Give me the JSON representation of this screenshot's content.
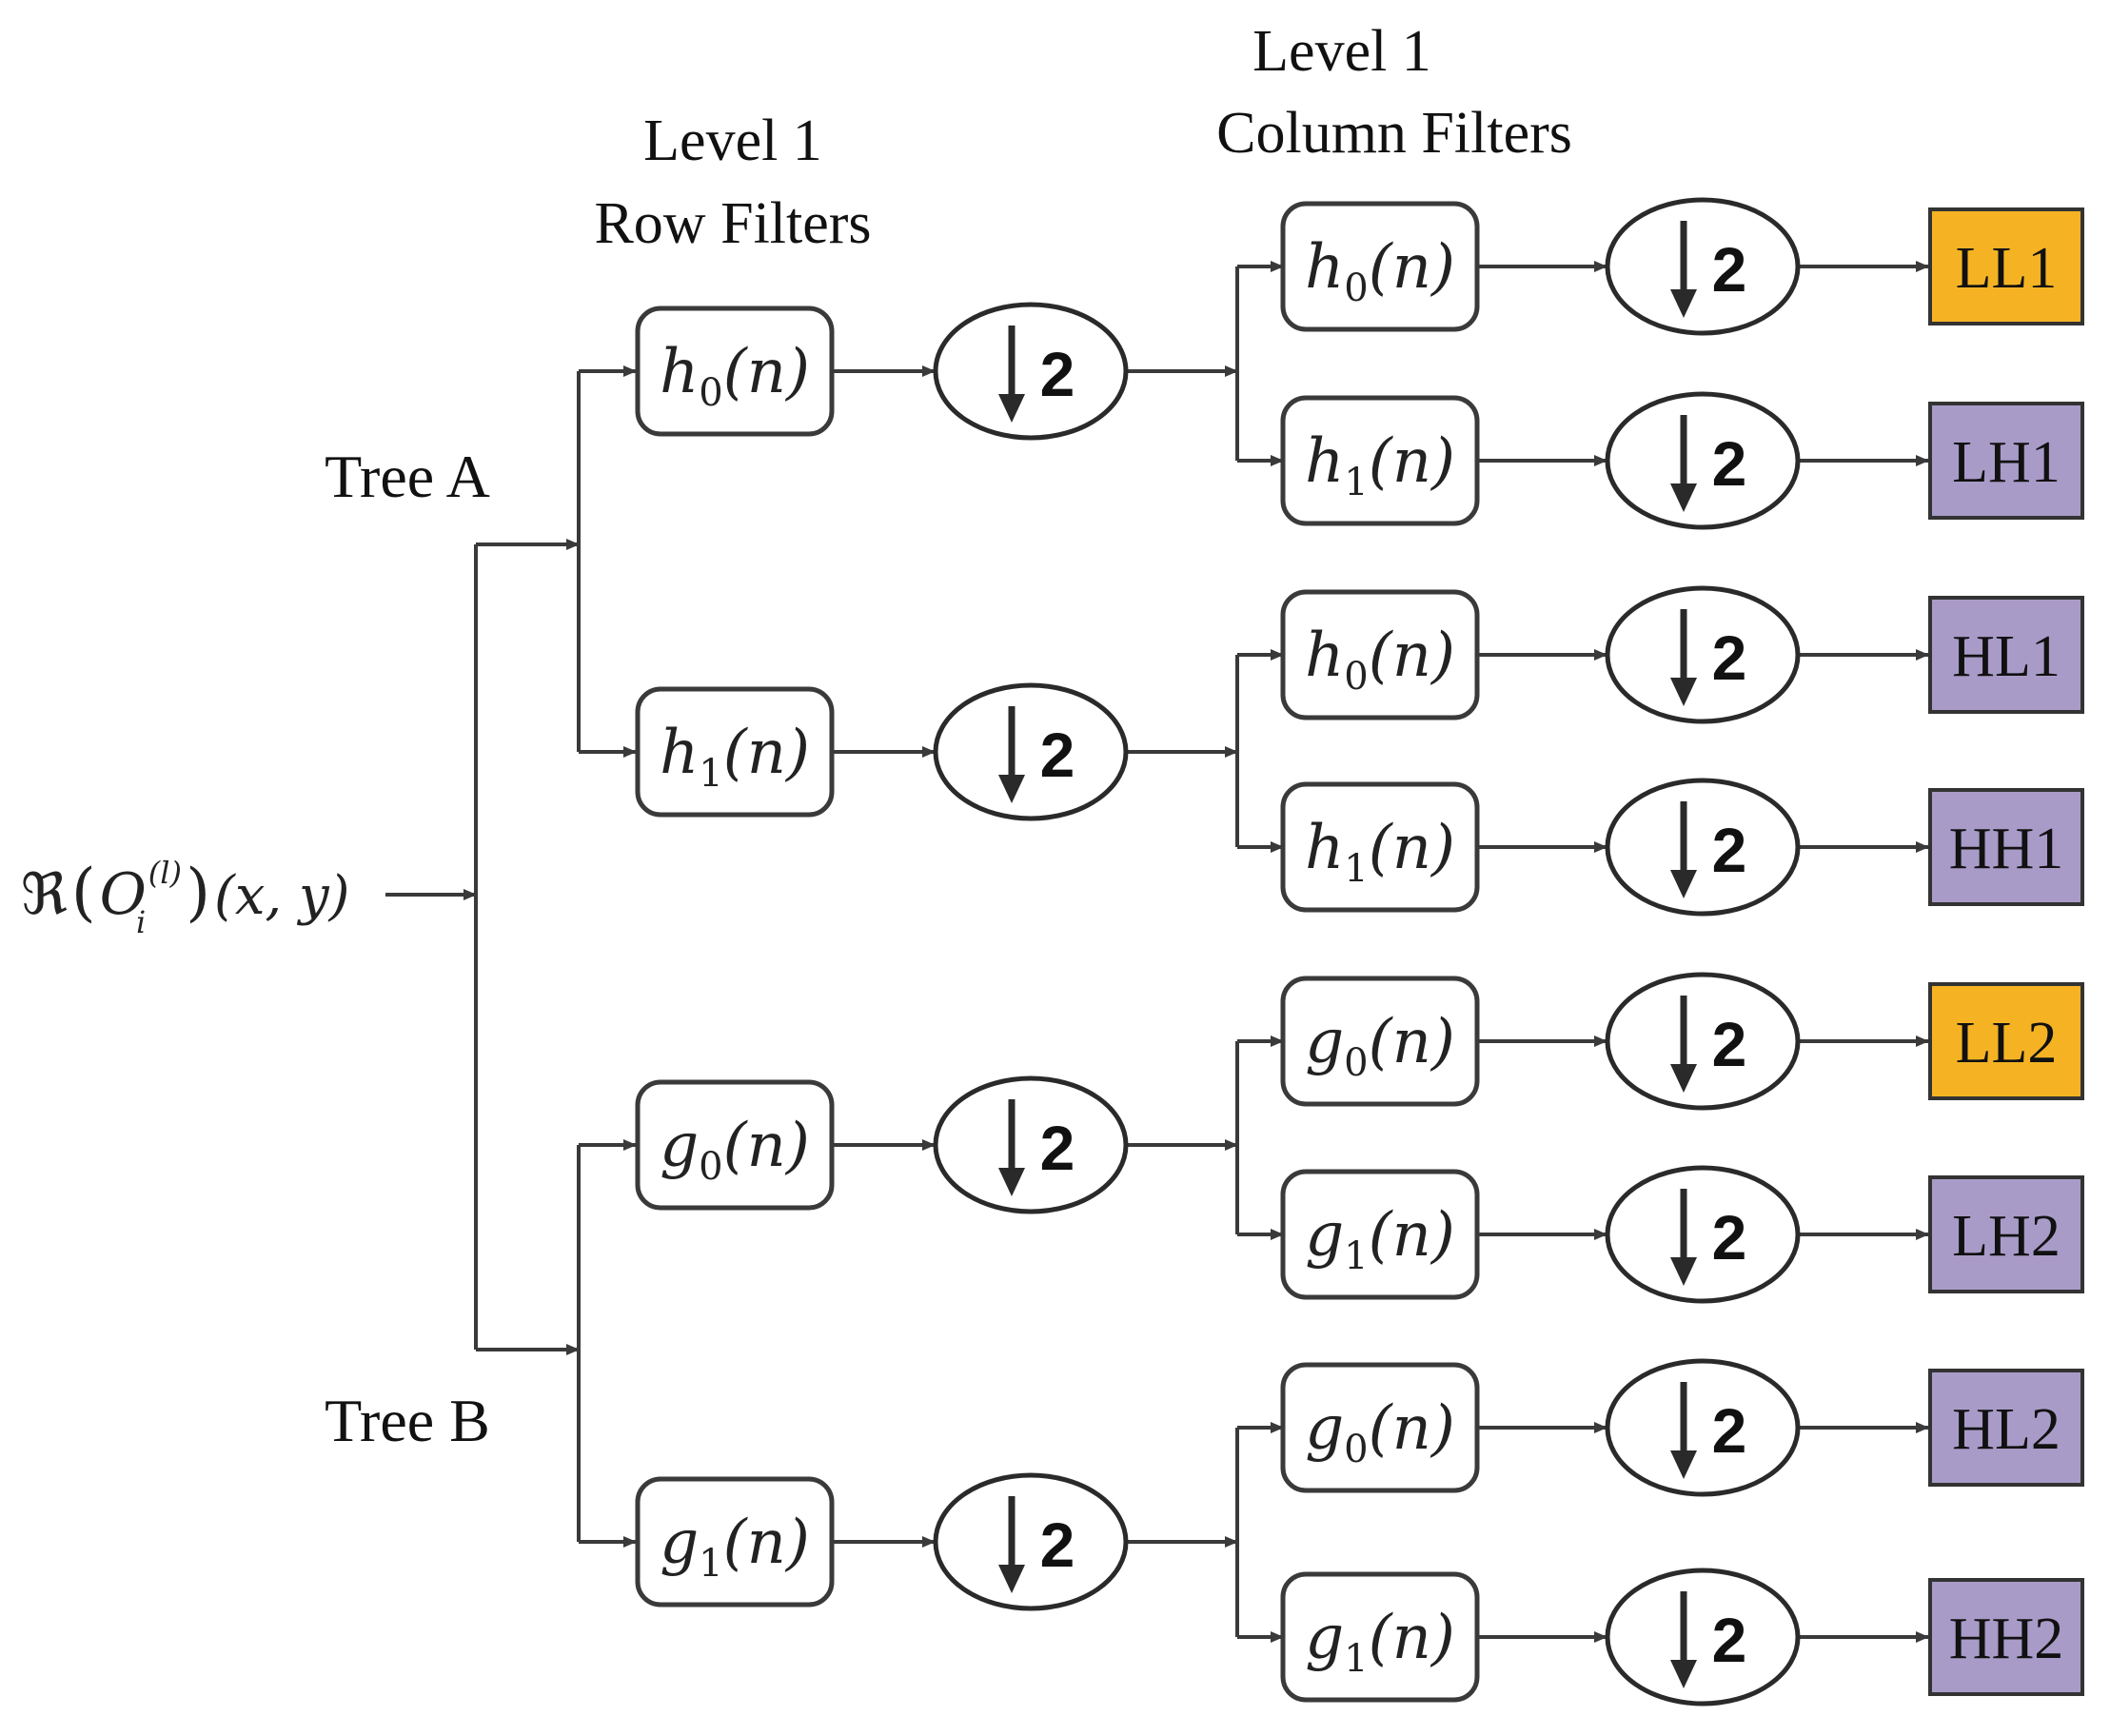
{
  "headers": {
    "row_line1": "Level 1",
    "row_line2": "Row Filters",
    "col_line1": "Level 1",
    "col_line2": "Column Filters"
  },
  "trees": {
    "a": "Tree A",
    "b": "Tree B"
  },
  "input": {
    "symbol": "ℜ",
    "var": "O",
    "sub": "i",
    "sup": "(l)",
    "args": "(x, y)"
  },
  "downsample_factor": "2",
  "row_filters": [
    {
      "letter": "h",
      "index": "0",
      "arg": "(n)"
    },
    {
      "letter": "h",
      "index": "1",
      "arg": "(n)"
    },
    {
      "letter": "g",
      "index": "0",
      "arg": "(n)"
    },
    {
      "letter": "g",
      "index": "1",
      "arg": "(n)"
    }
  ],
  "column_filters": [
    {
      "letter": "h",
      "index": "0",
      "arg": "(n)"
    },
    {
      "letter": "h",
      "index": "1",
      "arg": "(n)"
    },
    {
      "letter": "h",
      "index": "0",
      "arg": "(n)"
    },
    {
      "letter": "h",
      "index": "1",
      "arg": "(n)"
    },
    {
      "letter": "g",
      "index": "0",
      "arg": "(n)"
    },
    {
      "letter": "g",
      "index": "1",
      "arg": "(n)"
    },
    {
      "letter": "g",
      "index": "0",
      "arg": "(n)"
    },
    {
      "letter": "g",
      "index": "1",
      "arg": "(n)"
    }
  ],
  "outputs": [
    {
      "label": "LL1",
      "color": "#f5b324"
    },
    {
      "label": "LH1",
      "color": "#a99bc8"
    },
    {
      "label": "HL1",
      "color": "#a99bc8"
    },
    {
      "label": "HH1",
      "color": "#a99bc8"
    },
    {
      "label": "LL2",
      "color": "#f5b324"
    },
    {
      "label": "LH2",
      "color": "#a99bc8"
    },
    {
      "label": "HL2",
      "color": "#a99bc8"
    },
    {
      "label": "HH2",
      "color": "#a99bc8"
    }
  ]
}
